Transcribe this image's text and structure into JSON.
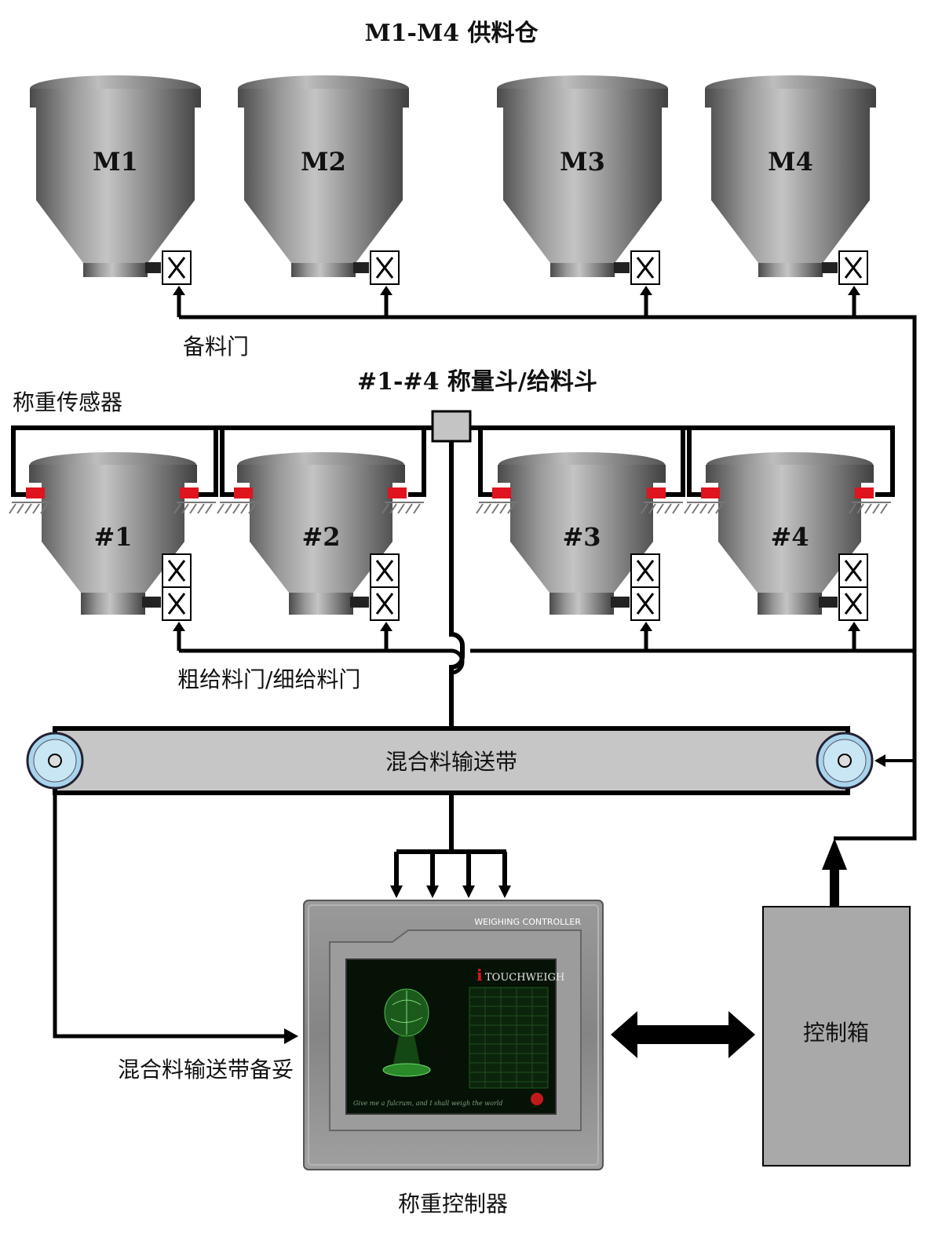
{
  "title": "M1-M4 供料仓",
  "supply_hoppers": [
    "M1",
    "M2",
    "M3",
    "M4"
  ],
  "weigh_hoppers": [
    "#1",
    "#2",
    "#3",
    "#4"
  ],
  "labels": {
    "standby_gate": "备料门",
    "load_cell": "称重传感器",
    "weigh_hopper_title": "#1-#4 称量斗/给料斗",
    "feed_gates": "粗给料门/细给料门",
    "belt": "混合料输送带",
    "belt_ready": "混合料输送带备妥",
    "control_box": "控制箱",
    "controller": "称重控制器"
  },
  "controller_panel": {
    "brand": "WEIGHING CONTROLLER",
    "screen_logo": "TOUCHWEIGH",
    "screen_logo_prefix": "i",
    "screen_slogan": "Give me a fulcrum, and I shall weigh the world"
  },
  "colors": {
    "line": "#000000",
    "hopper_metal": "#8c8c8c",
    "load_cell": "#e0141e",
    "belt": "#c8c8c8",
    "pulley": "#a8d4ec",
    "control_box": "#a9a9a9"
  }
}
